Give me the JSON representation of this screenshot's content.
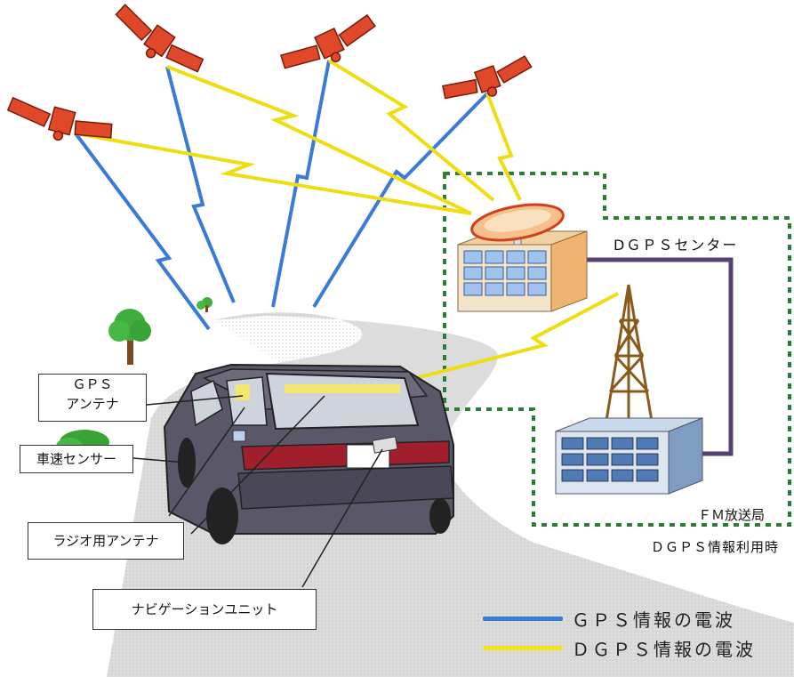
{
  "labels": {
    "dgps_center": "DＧＰＳセンター",
    "fm_station": "ＦＭ放送局",
    "dgps_usage": "ＤＧＰＳ情報利用時",
    "gps_antenna_line1": "ＧＰＳ",
    "gps_antenna_line2": "アンテナ",
    "speed_sensor": "車速センサー",
    "radio_antenna": "ラジオ用アンテナ",
    "navigation_unit": "ナビゲーションユニット"
  },
  "legend": [
    {
      "label": "ＧＰＳ情報の電波",
      "color": "#3a7bd5"
    },
    {
      "label": "ＤＧＰＳ情報の電波",
      "color": "#f5e61a"
    }
  ],
  "colors": {
    "gps_wave": "#3a7bd5",
    "dgps_wave": "#f5e61a",
    "satellite": "#e0482a",
    "dashed_border": "#2e7d32",
    "car_body": "#5a5768"
  }
}
